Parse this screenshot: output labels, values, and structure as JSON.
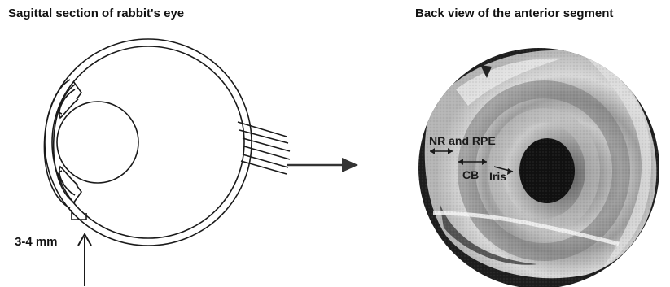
{
  "left_panel": {
    "title": "Sagittal section of rabbit's eye",
    "measurement_label": "3-4 mm"
  },
  "right_panel": {
    "title": "Back view of the anterior segment",
    "labels": {
      "nr_rpe": "NR and RPE",
      "cb": "CB",
      "iris": "Iris"
    }
  },
  "colors": {
    "line": "#1a1a1a",
    "photo_dark": "#2a2a2a",
    "photo_light": "#cfcfcf",
    "pupil": "#111111"
  }
}
